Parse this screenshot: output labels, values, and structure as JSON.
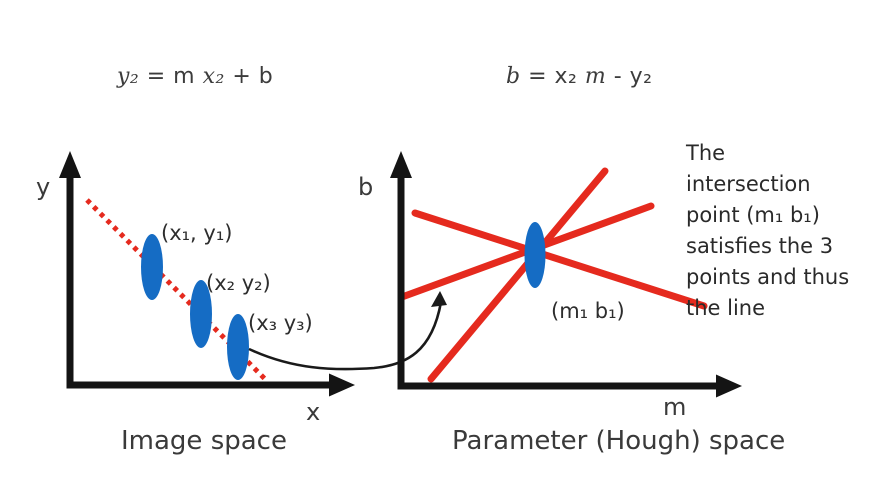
{
  "colors": {
    "red": "#e52a1e",
    "blue": "#156cc4",
    "axis": "#141414",
    "arrow": "#1a1a1a"
  },
  "formulas": {
    "image": {
      "p1": "y₂",
      "p2": " = m ",
      "p3": "x₂",
      "p4": " + b"
    },
    "hough": {
      "p1": "b",
      "p2": " = x₂ ",
      "p3": "m",
      "p4": " - y₂"
    }
  },
  "image_space": {
    "caption": "Image space",
    "y_axis_label": "y",
    "x_axis_label": "x",
    "points": [
      {
        "label": "(x₁, y₁)"
      },
      {
        "label": "(x₂ y₂)"
      },
      {
        "label": "(x₃ y₃)"
      }
    ]
  },
  "hough_space": {
    "caption": "Parameter (Hough) space",
    "y_axis_label": "b",
    "x_axis_label": "m",
    "intersection_label": "(m₁ b₁)"
  },
  "annotation": "The\nintersection\npoint (m₁ b₁)\nsatisfies the 3\npoints and thus\nthe line"
}
